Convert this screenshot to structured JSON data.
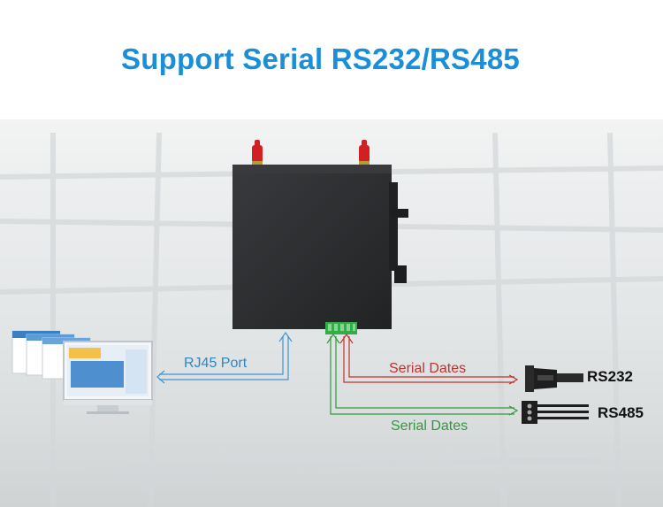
{
  "title": "Support Serial RS232/RS485",
  "labels": {
    "rj45": "RJ45 Port",
    "serial_red": "Serial Dates",
    "serial_green": "Serial Dates",
    "rs232": "RS232",
    "rs485": "RS485"
  },
  "colors": {
    "title": "#1a8fd8",
    "rj45_line": "#3d95d6",
    "serial_red_line": "#c0322c",
    "serial_green_line": "#2f9a3a"
  },
  "icons": [
    "router-device",
    "antenna",
    "terminal-block",
    "monitor",
    "db9-connector",
    "rs485-connector"
  ]
}
